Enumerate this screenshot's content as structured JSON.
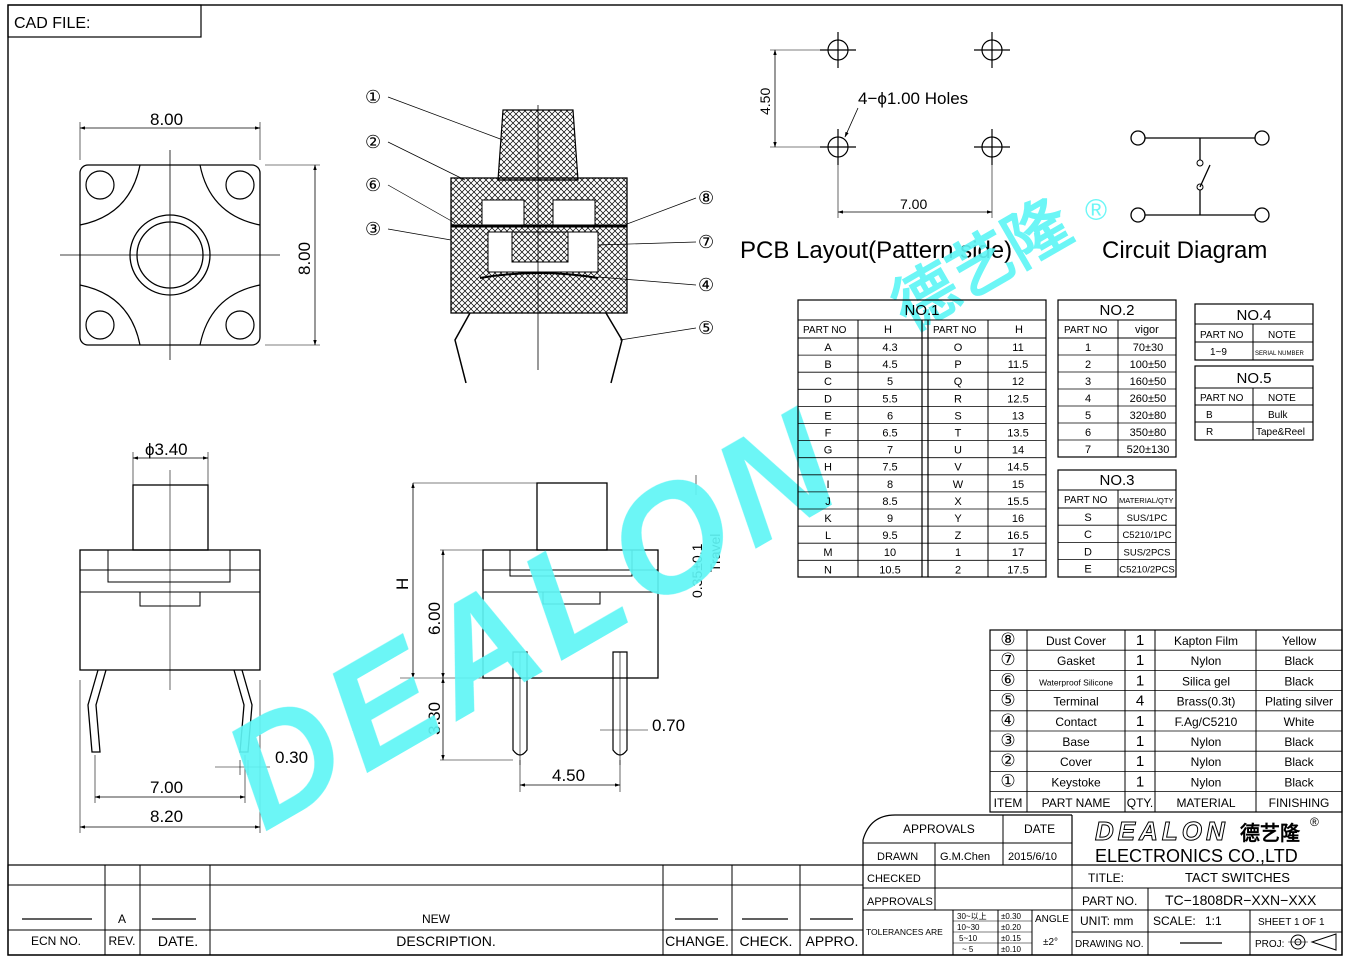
{
  "header": {
    "cad_file": "CAD FILE:"
  },
  "top_view": {
    "width": "8.00",
    "height": "8.00"
  },
  "section": {
    "callouts": [
      "①",
      "②",
      "⑥",
      "③",
      "⑧",
      "⑦",
      "④",
      "⑤"
    ]
  },
  "side_view": {
    "cap_dia": "ϕ3.40",
    "pin_pitch": "7.00",
    "overall": "8.20",
    "lead": "0.30",
    "travel_val": "0.35±0.1",
    "travel_lbl": "Travel"
  },
  "front_view": {
    "h": "H",
    "body": "6.00",
    "lead_len": "3.30",
    "pin_w": "0.70",
    "pitch": "4.50"
  },
  "pcb": {
    "vert": "4.50",
    "holes": "4−ϕ1.00  Holes",
    "horiz": "7.00",
    "caption": "PCB  Layout(Pattern  side)"
  },
  "circuit": {
    "caption": "Circuit  Diagram"
  },
  "watermark": {
    "text": "DEALON",
    "cn": "德艺隆",
    "reg": "®"
  },
  "no1": {
    "title": "NO.1",
    "headers": [
      "PART  NO",
      "H",
      "PART  NO",
      "H"
    ],
    "rows": [
      [
        "A",
        "4.3",
        "O",
        "11"
      ],
      [
        "B",
        "4.5",
        "P",
        "11.5"
      ],
      [
        "C",
        "5",
        "Q",
        "12"
      ],
      [
        "D",
        "5.5",
        "R",
        "12.5"
      ],
      [
        "E",
        "6",
        "S",
        "13"
      ],
      [
        "F",
        "6.5",
        "T",
        "13.5"
      ],
      [
        "G",
        "7",
        "U",
        "14"
      ],
      [
        "H",
        "7.5",
        "V",
        "14.5"
      ],
      [
        "I",
        "8",
        "W",
        "15"
      ],
      [
        "J",
        "8.5",
        "X",
        "15.5"
      ],
      [
        "K",
        "9",
        "Y",
        "16"
      ],
      [
        "L",
        "9.5",
        "Z",
        "16.5"
      ],
      [
        "M",
        "10",
        "1",
        "17"
      ],
      [
        "N",
        "10.5",
        "2",
        "17.5"
      ]
    ]
  },
  "no2": {
    "title": "NO.2",
    "headers": [
      "PART  NO",
      "vigor"
    ],
    "rows": [
      [
        "1",
        "70±30"
      ],
      [
        "2",
        "100±50"
      ],
      [
        "3",
        "160±50"
      ],
      [
        "4",
        "260±50"
      ],
      [
        "5",
        "320±80"
      ],
      [
        "6",
        "350±80"
      ],
      [
        "7",
        "520±130"
      ]
    ]
  },
  "no3": {
    "title": "NO.3",
    "headers": [
      "PART  NO",
      "MATERIAL/QTY"
    ],
    "rows": [
      [
        "S",
        "SUS/1PC"
      ],
      [
        "C",
        "C5210/1PC"
      ],
      [
        "D",
        "SUS/2PCS"
      ],
      [
        "E",
        "C5210/2PCS"
      ]
    ]
  },
  "no4": {
    "title": "NO.4",
    "headers": [
      "PART  NO",
      "NOTE"
    ],
    "rows": [
      [
        "1~9",
        "SERIAL NUMBER"
      ]
    ]
  },
  "no5": {
    "title": "NO.5",
    "headers": [
      "PART  NO",
      "NOTE"
    ],
    "rows": [
      [
        "B",
        "Bulk"
      ],
      [
        "R",
        "Tape&Reel"
      ]
    ]
  },
  "bom": {
    "rows": [
      [
        "⑧",
        "Dust Cover",
        "1",
        "Kapton Film",
        "Yellow"
      ],
      [
        "⑦",
        "Gasket",
        "1",
        "Nylon",
        "Black"
      ],
      [
        "⑥",
        "Waterproof Silicone",
        "1",
        "Silica  gel",
        "Black"
      ],
      [
        "⑤",
        "Terminal",
        "4",
        "Brass(0.3t)",
        "Plating silver"
      ],
      [
        "④",
        "Contact",
        "1",
        "F.Ag/C5210",
        "White"
      ],
      [
        "③",
        "Base",
        "1",
        "Nylon",
        "Black"
      ],
      [
        "②",
        "Cover",
        "1",
        "Nylon",
        "Black"
      ],
      [
        "①",
        "Keystoke",
        "1",
        "Nylon",
        "Black"
      ]
    ],
    "headers": [
      "ITEM",
      "PART NAME",
      "QTY.",
      "MATERIAL",
      "FINISHING"
    ]
  },
  "title_block": {
    "approvals": "APPROVALS",
    "date": "DATE",
    "drawn": "DRAWN",
    "drawn_by": "G.M.Chen",
    "drawn_date": "2015/6/10",
    "checked": "CHECKED",
    "approvals2": "APPROVALS",
    "company": "ELECTRONICS  CO.,LTD",
    "title_lbl": "TITLE:",
    "title": "TACT  SWITCHES",
    "part_lbl": "PART  NO.",
    "part_no": "TC−1808DR−XXN−XXX",
    "unit": "UNIT:  mm",
    "scale_lbl": "SCALE:",
    "scale": "1:1",
    "sheet": "SHEET   1  OF  1",
    "drawing_lbl": "DRAWING  NO.",
    "proj": "PROJ:",
    "tol_lbl": "TOLERANCES  ARE",
    "tol": [
      [
        "30~以上",
        "±0.30"
      ],
      [
        "10~30",
        "±0.20"
      ],
      [
        "5~10",
        "±0.15"
      ],
      [
        "~ 5",
        "±0.10"
      ]
    ],
    "angle": "ANGLE",
    "angle_val": "±2°"
  },
  "revision": {
    "a": "A",
    "new": "NEW",
    "headers": [
      "ECN  NO.",
      "REV.",
      "DATE.",
      "DESCRIPTION.",
      "CHANGE.",
      "CHECK.",
      "APPRO."
    ]
  }
}
